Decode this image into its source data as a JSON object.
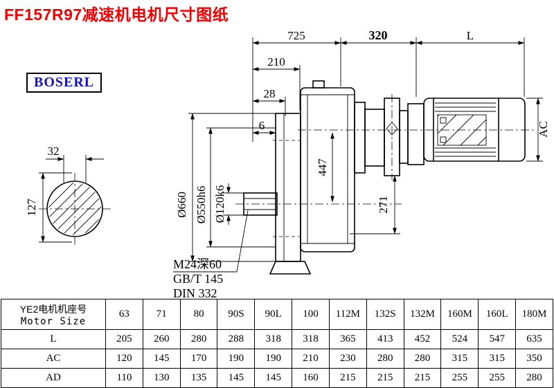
{
  "page": {
    "title": "FF157R97减速机电机尺寸图纸",
    "brand": "BOSERL"
  },
  "drawing": {
    "dims": {
      "overall_725": "725",
      "motor_320": "320",
      "motor_L": "L",
      "d210": "210",
      "d28": "28",
      "d6": "6",
      "ac": "AC",
      "shaft_32": "32",
      "shaft_127": "127",
      "d447": "447",
      "d271": "271",
      "flange_660": "Ø660",
      "spigot_550": "Ø550h6",
      "bore_120": "Ø120k6"
    },
    "notes": {
      "tap": "M24深60",
      "gb": "GB/T 145",
      "din": "DIN 332"
    }
  },
  "table": {
    "header_cn": "YE2电机机座号",
    "header_en": "Motor Size",
    "sizes": [
      "63",
      "71",
      "80",
      "90S",
      "90L",
      "100",
      "112M",
      "132S",
      "132M",
      "160M",
      "160L",
      "180M"
    ],
    "rows": [
      {
        "label": "L",
        "values": [
          "205",
          "260",
          "280",
          "288",
          "318",
          "318",
          "365",
          "413",
          "452",
          "524",
          "547",
          "635"
        ]
      },
      {
        "label": "AC",
        "values": [
          "120",
          "145",
          "170",
          "190",
          "190",
          "210",
          "230",
          "280",
          "280",
          "315",
          "315",
          "350"
        ]
      },
      {
        "label": "AD",
        "values": [
          "110",
          "130",
          "135",
          "145",
          "145",
          "160",
          "215",
          "215",
          "215",
          "255",
          "255",
          "280"
        ]
      }
    ]
  }
}
